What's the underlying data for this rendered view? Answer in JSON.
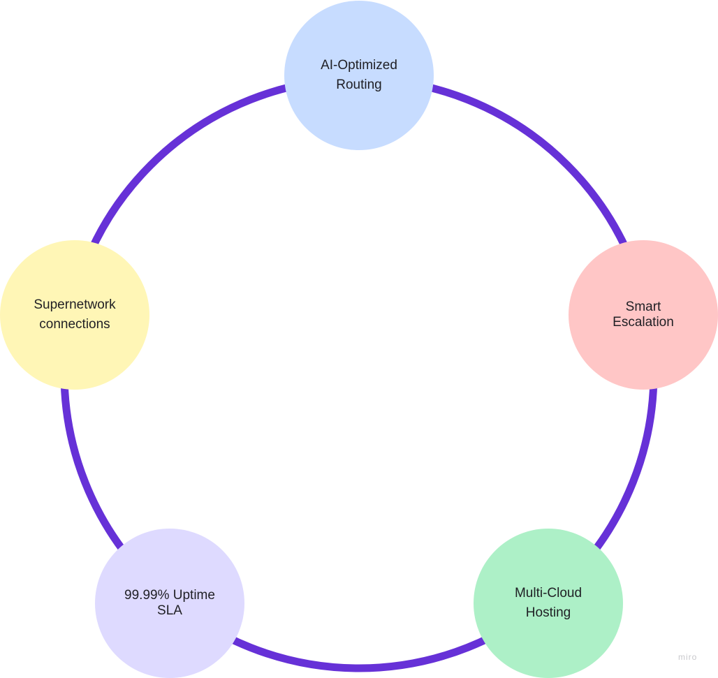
{
  "diagram": {
    "type": "cycle",
    "ring_color": "#6631d7",
    "nodes": [
      {
        "id": "top",
        "label": "AI-Optimized\nRouting",
        "color": "#c7dcff"
      },
      {
        "id": "right",
        "label": "Smart\nEscalation",
        "color": "#ffc6c6"
      },
      {
        "id": "bottom-right",
        "label": "Multi-Cloud\nHosting",
        "color": "#adf0c7"
      },
      {
        "id": "bottom-left",
        "label": "99.99% Uptime\nSLA",
        "color": "#dedaff"
      },
      {
        "id": "left",
        "label": "Supernetwork\nconnections",
        "color": "#fff6b6"
      }
    ]
  },
  "watermark": "miro"
}
